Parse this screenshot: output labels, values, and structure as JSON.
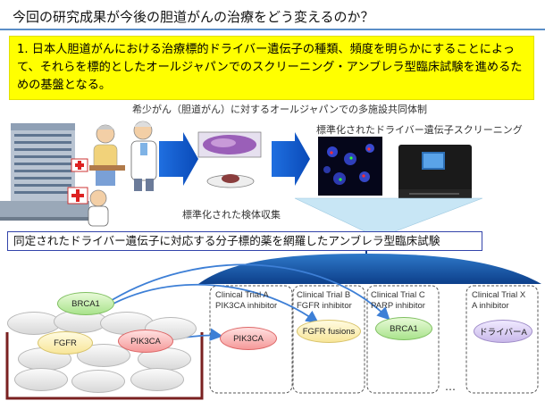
{
  "title": "今回の研究成果が今後の胆道がんの治療をどう変えるのか？",
  "lead_text": "1. 日本人胆道がんにおける治療標的ドライバー遺伝子の種類、頻度を明らかにすることによって、それらを標的としたオールジャパンでのスクリーニング・アンブレラ型臨床試験を進めるための基盤となる。",
  "caption_network": "希少がん（胆道がん）に対するオールジャパンでの多施設共同体制",
  "caption_screening": "標準化されたドライバー遺伝子スクリーニング",
  "caption_specimen": "標準化された検体収集",
  "umbrella_text": "同定されたドライバー遺伝子に対応する分子標的薬を網羅したアンブレラ型臨床試験",
  "genes": [
    "BRCA1",
    "FGFR",
    "PIK3CA"
  ],
  "trials": [
    {
      "name": "Clinical Trial A",
      "drug": "PIK3CA inhibitor",
      "target": "PIK3CA",
      "color": "#ff9a9a"
    },
    {
      "name": "Clinical Trial B",
      "drug": "FGFR inhibitor",
      "target": "FGFR fusions",
      "color": "#fff3b0"
    },
    {
      "name": "Clinical Trial C",
      "drug": "PARP inhibitor",
      "target": "BRCA1",
      "color": "#9ee37d"
    },
    {
      "name": "Clinical Trial X",
      "drug": "A inhibitor",
      "target": "ドライバーA",
      "color": "#c9b8ea"
    }
  ],
  "ellipsis": "…"
}
